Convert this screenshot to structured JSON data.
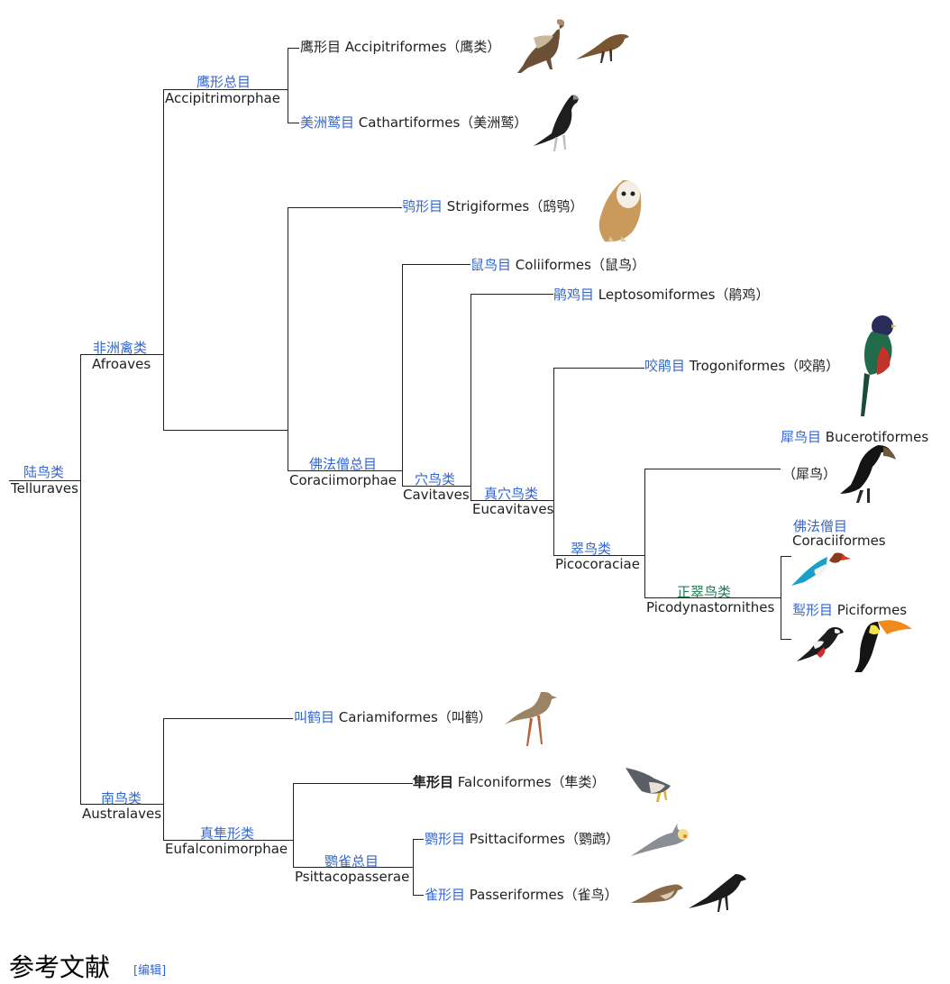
{
  "nodes": {
    "telluraves": {
      "cn": "陆鸟类",
      "la": "Telluraves"
    },
    "afroaves": {
      "cn": "非洲禽类",
      "la": "Afroaves"
    },
    "accipitrimorphae": {
      "cn": "鹰形总目",
      "la": "Accipitrimorphae"
    },
    "coraciimorphae": {
      "cn": "佛法僧总目",
      "la": "Coraciimorphae"
    },
    "cavitaves": {
      "cn": "穴鸟类",
      "la": "Cavitaves"
    },
    "eucavitaves": {
      "cn": "真穴鸟类",
      "la": "Eucavitaves"
    },
    "picocoraciae": {
      "cn": "翠鸟类",
      "la": "Picocoraciae"
    },
    "picodynastornithes": {
      "cn": "正翠鸟类",
      "la": "Picodynastornithes"
    },
    "australaves": {
      "cn": "南鸟类",
      "la": "Australaves"
    },
    "eufalconimorphae": {
      "cn": "真隼形类",
      "la": "Eufalconimorphae"
    },
    "psittacopasserae": {
      "cn": "鹦雀总目",
      "la": "Psittacopasserae"
    }
  },
  "orders": {
    "accipitriformes": {
      "cn": "鹰形目",
      "la": "Accipitriformes",
      "common": "（鹰类）"
    },
    "cathartiformes": {
      "cn": "美洲鹫目",
      "la": "Cathartiformes",
      "common": "（美洲鹫）"
    },
    "strigiformes": {
      "cn": "鸮形目",
      "la": "Strigiformes",
      "common": "（鸱鸮）"
    },
    "coliiformes": {
      "cn": "鼠鸟目",
      "la": "Coliiformes",
      "common": "（鼠鸟）"
    },
    "leptosomiformes": {
      "cn": "鹃鸡目",
      "la": "Leptosomiformes",
      "common": "（鹃鸡）"
    },
    "trogoniformes": {
      "cn": "咬鹃目",
      "la": "Trogoniformes",
      "common": "（咬鹃）"
    },
    "bucerotiformes": {
      "cn": "犀鸟目",
      "la": "Bucerotiformes",
      "common": "（犀鸟）"
    },
    "coraciiformes": {
      "cn": "佛法僧目",
      "la": "Coraciiformes"
    },
    "piciformes": {
      "cn": "䴕形目",
      "la": "Piciformes"
    },
    "cariamiformes": {
      "cn": "叫鹤目",
      "la": "Cariamiformes",
      "common": "（叫鹤）"
    },
    "falconiformes": {
      "cn": "隼形目",
      "la": "Falconiformes",
      "common": "（隼类）"
    },
    "psittaciformes": {
      "cn": "鹦形目",
      "la": "Psittaciformes",
      "common": "（鹦鹉）"
    },
    "passeriformes": {
      "cn": "雀形目",
      "la": "Passeriformes",
      "common": "（雀鸟）"
    }
  },
  "footer": {
    "heading": "参考文献",
    "edit": "[编辑]"
  },
  "colors": {
    "line": "#202122",
    "link": "#3366cc",
    "link_alt": "#1f7a52"
  },
  "bird_icons": [
    "vulture",
    "eagle",
    "black-vulture",
    "barn-owl",
    "trogon",
    "hornbill",
    "kingfisher",
    "woodpecker",
    "toucan",
    "seriema",
    "falcon",
    "cockatiel",
    "sparrow",
    "crow"
  ]
}
